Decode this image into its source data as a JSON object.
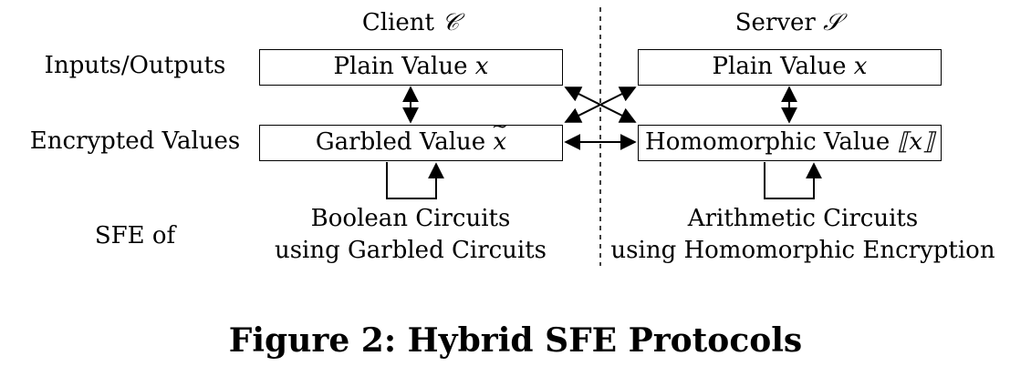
{
  "headers": {
    "client": "Client",
    "client_sym": "𝒞",
    "server": "Server",
    "server_sym": "𝒮"
  },
  "rows": {
    "io": "Inputs/Outputs",
    "enc": "Encrypted Values",
    "sfe": "SFE of"
  },
  "boxes": {
    "client_plain": "Plain Value ",
    "client_plain_var": "x",
    "server_plain": "Plain Value ",
    "server_plain_var": "x",
    "client_garbled": "Garbled Value ",
    "client_garbled_var": "x",
    "server_homo": "Homomorphic Value ",
    "server_homo_var": "⟦x⟧"
  },
  "circuits": {
    "client_line1": "Boolean Circuits",
    "client_line2": "using Garbled Circuits",
    "server_line1": "Arithmetic Circuits",
    "server_line2": "using Homomorphic Encryption"
  },
  "caption": "Figure 2: Hybrid SFE Protocols"
}
